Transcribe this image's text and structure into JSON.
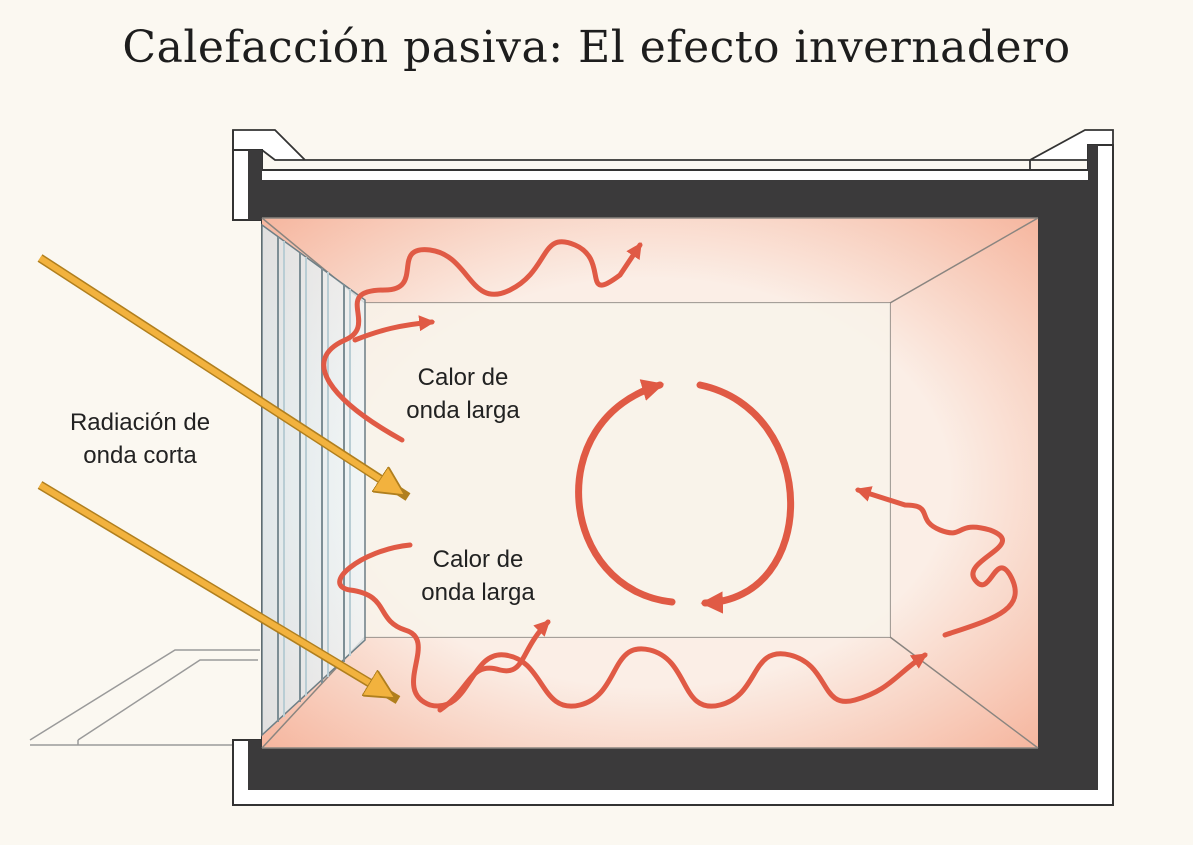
{
  "title": "Calefacción pasiva: El efecto invernadero",
  "labels": {
    "shortwave": [
      "Radiación de",
      "onda corta"
    ],
    "longwave_upper": [
      "Calor de",
      "onda larga"
    ],
    "longwave_lower": [
      "Calor de",
      "onda larga"
    ]
  },
  "colors": {
    "wall": "#3b3a3b",
    "heat_arrow": "#e05a45",
    "sun_arrow": "#f2b23e",
    "glow": "#f7b8a3",
    "interior": "#f8f3ea"
  }
}
